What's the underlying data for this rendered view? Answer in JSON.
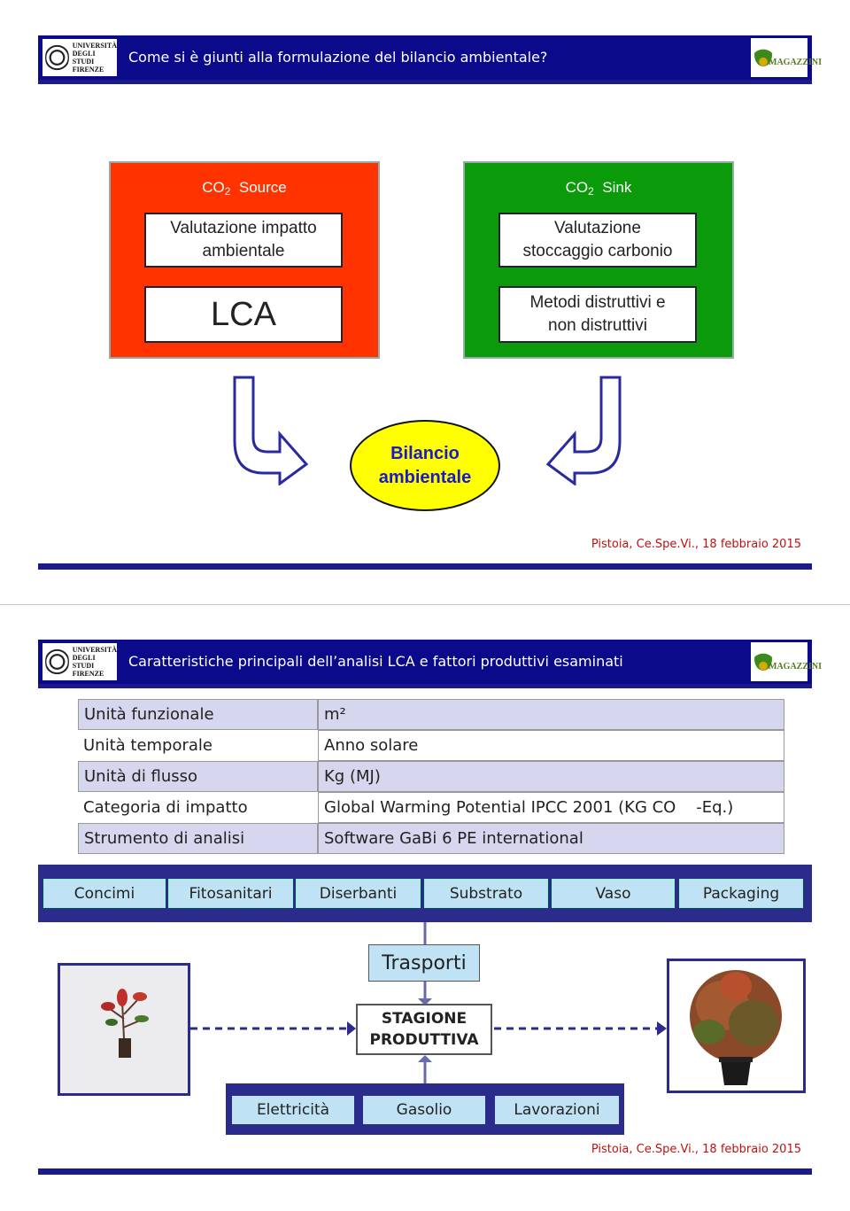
{
  "slide1": {
    "header_title": "Come si è giunti alla formulazione del bilancio ambientale?",
    "logo_left_text": [
      "UNIVERSITÀ",
      "DEGLI STUDI",
      "FIRENZE"
    ],
    "logo_right_text": "MAGAZZINI",
    "source": {
      "title_prefix": "CO",
      "title_sub": "2",
      "title_suffix": "Source",
      "box1_line1": "Valutazione impatto",
      "box1_line2": "ambientale",
      "box2": "LCA"
    },
    "sink": {
      "title_prefix": "CO",
      "title_sub": "2",
      "title_suffix": "Sink",
      "box1_line1": "Valutazione",
      "box1_line2": "stoccaggio carbonio",
      "box2_line1": "Metodi distruttivi e",
      "box2_line2": "non distruttivi"
    },
    "result_line1": "Bilancio",
    "result_line2": "ambientale",
    "footer_place": "Pistoia,",
    "footer_org": "Ce.Spe.Vi.",
    "footer_date": ", 18 febbraio 2015"
  },
  "slide2": {
    "header_title": "Caratteristiche principali dell’analisi LCA e fattori produttivi esaminati",
    "logo_left_text": [
      "UNIVERSITÀ",
      "DEGLI STUDI",
      "FIRENZE"
    ],
    "logo_right_text": "MAGAZZINI",
    "table": [
      {
        "label": "Unità funzionale",
        "value": "m²"
      },
      {
        "label": "Unità temporale",
        "value": "Anno solare"
      },
      {
        "label": "Unità di flusso",
        "value": "Kg (MJ)"
      },
      {
        "label": "Categoria di impatto",
        "value": "Global Warming Potential IPCC 2001 (KG CO    -Eq.)"
      },
      {
        "label": "Strumento di analisi",
        "value": "Software GaBi 6 PE international"
      }
    ],
    "inputs": [
      "Concimi",
      "Fitosanitari",
      "Diserbanti",
      "Substrato",
      "Vaso",
      "Packaging"
    ],
    "trasporti": "Trasporti",
    "stagione_line1": "STAGIONE",
    "stagione_line2": "PRODUTTIVA",
    "energy": [
      "Elettricità",
      "Gasolio",
      "Lavorazioni"
    ],
    "footer_place": "Pistoia,",
    "footer_org": "Ce.Spe.Vi.",
    "footer_date": ", 18 febbraio 2015"
  }
}
